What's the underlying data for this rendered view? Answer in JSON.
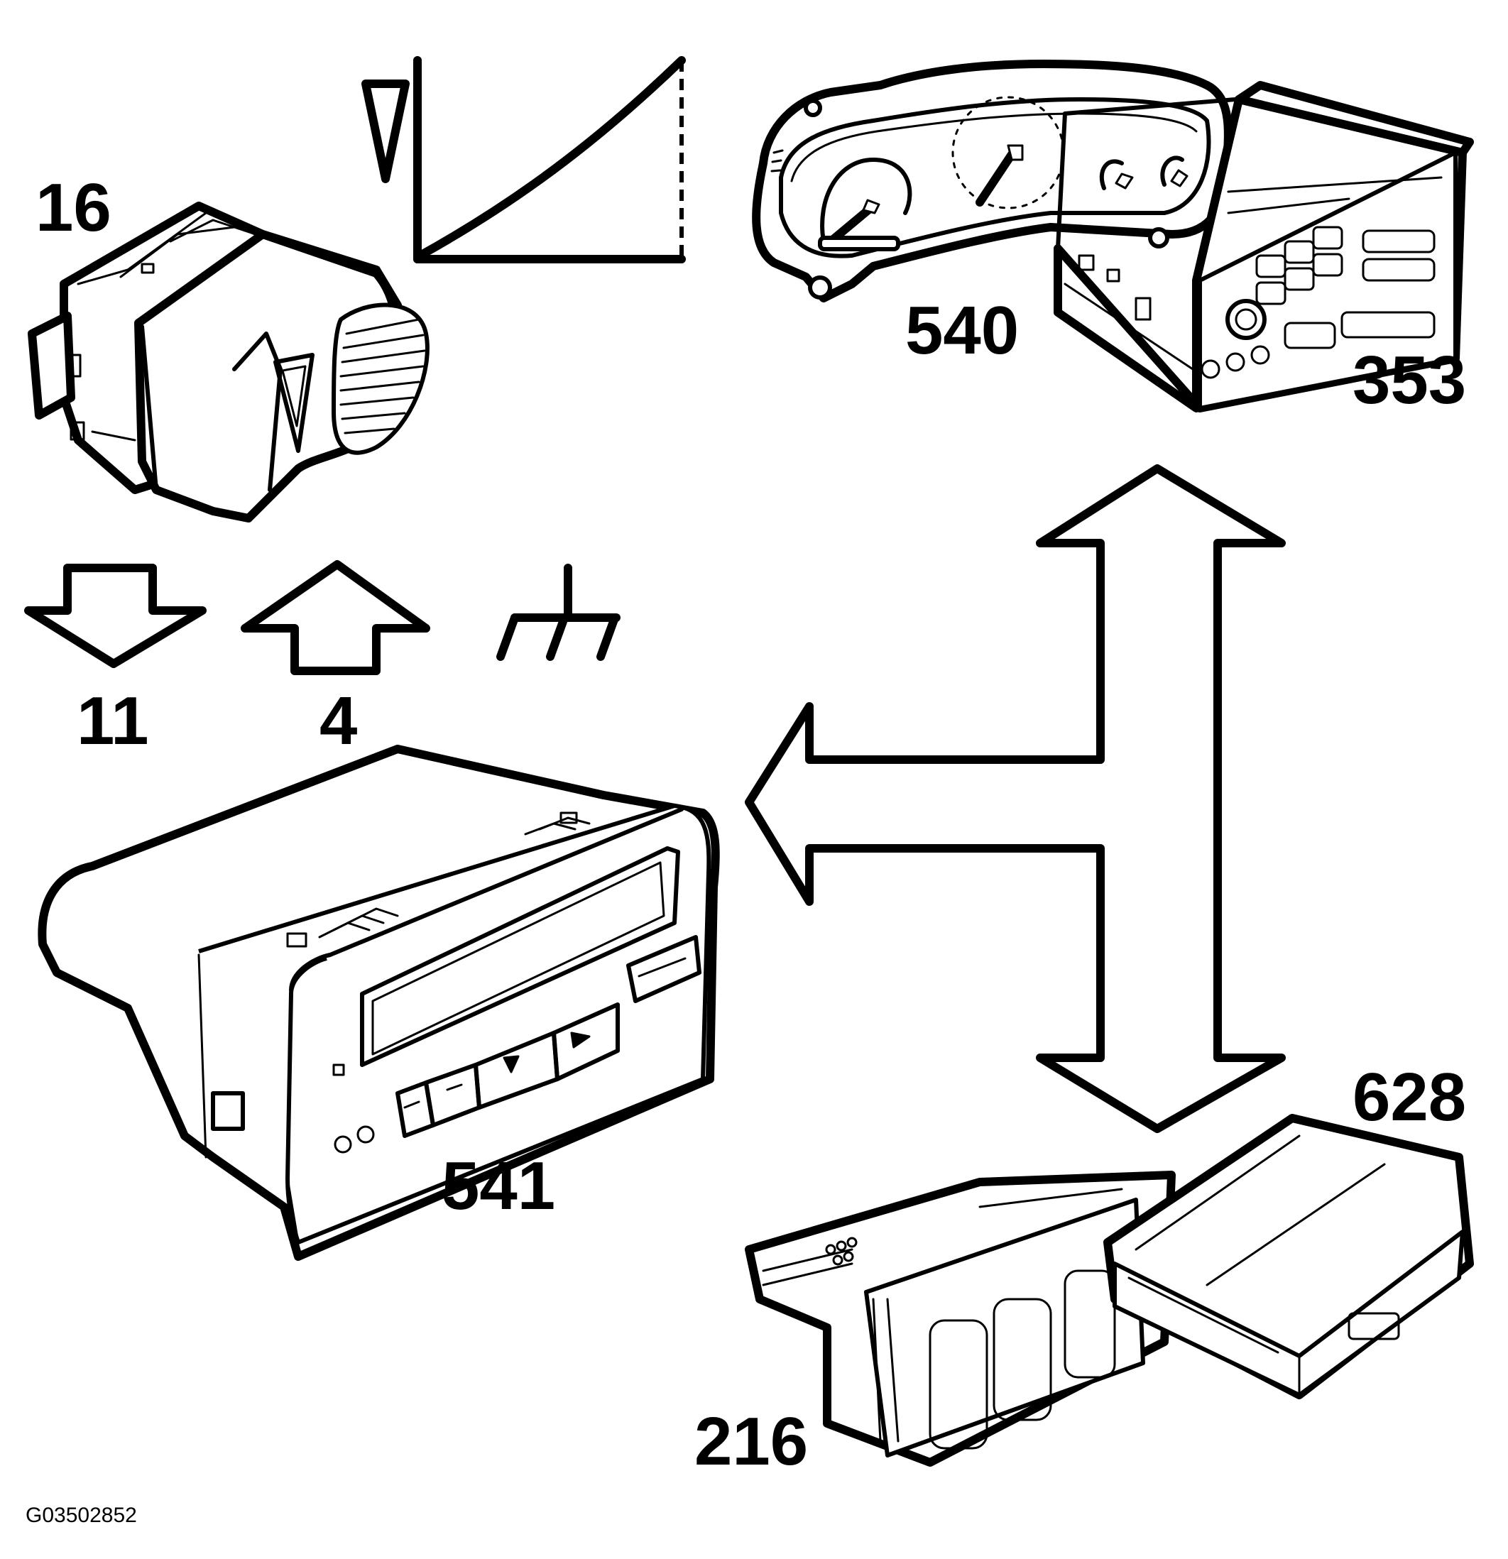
{
  "labels": {
    "hazard_switch": "16",
    "arrow_down": "11",
    "arrow_up": "4",
    "instrument_cluster": "540",
    "radio": "353",
    "display_unit": "541",
    "control_module_628": "628",
    "control_module_216": "216"
  },
  "figure_id": "G03502852",
  "icons": {
    "ground": "ground-symbol-icon",
    "signal_graph": "rising-signal-graph-icon",
    "output_arrow": "down-arrow-icon",
    "input_arrow": "up-arrow-icon",
    "bus_arrows": "double-headed-arrow-icon"
  }
}
